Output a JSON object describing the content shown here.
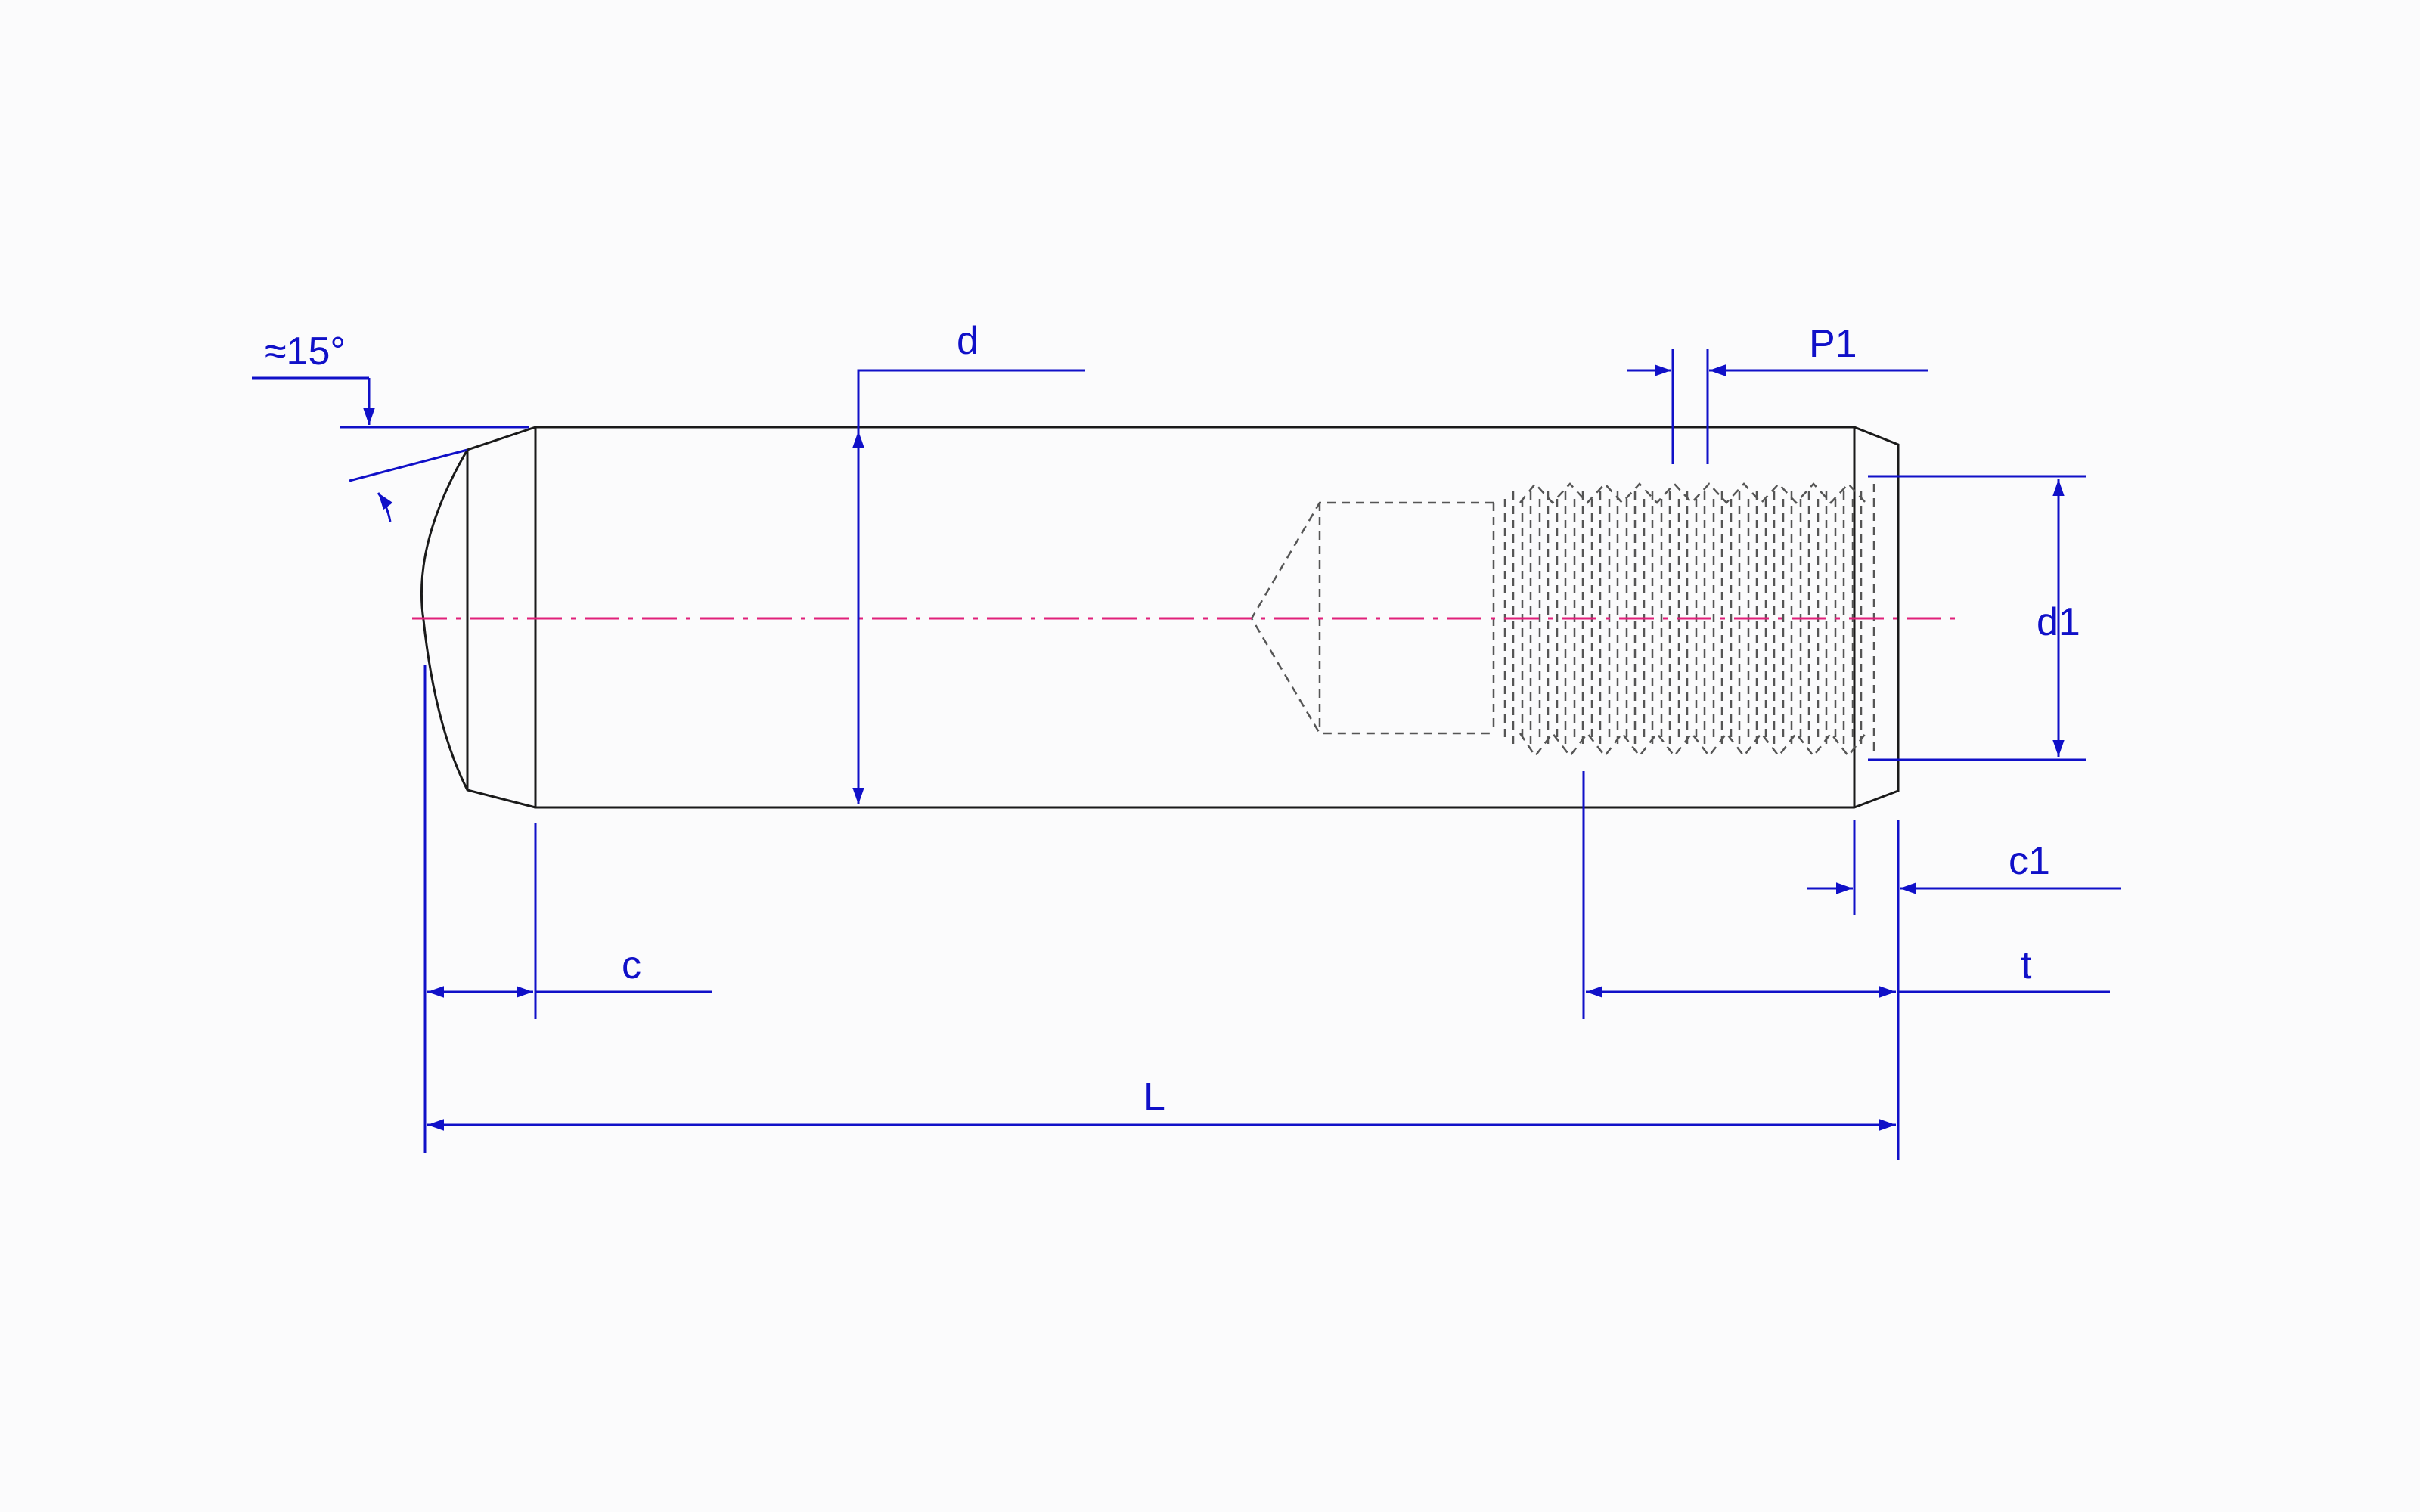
{
  "colors": {
    "background": "#fbfbfc",
    "outline": "#1a1a1a",
    "hidden_line": "#555555",
    "dimension": "#1010c8",
    "centerline": "#e0207a"
  },
  "labels": {
    "chamfer_angle": "≈15°",
    "d": "d",
    "P1": "P1",
    "d1": "d1",
    "c1": "c1",
    "c": "c",
    "t": "t",
    "L": "L"
  }
}
